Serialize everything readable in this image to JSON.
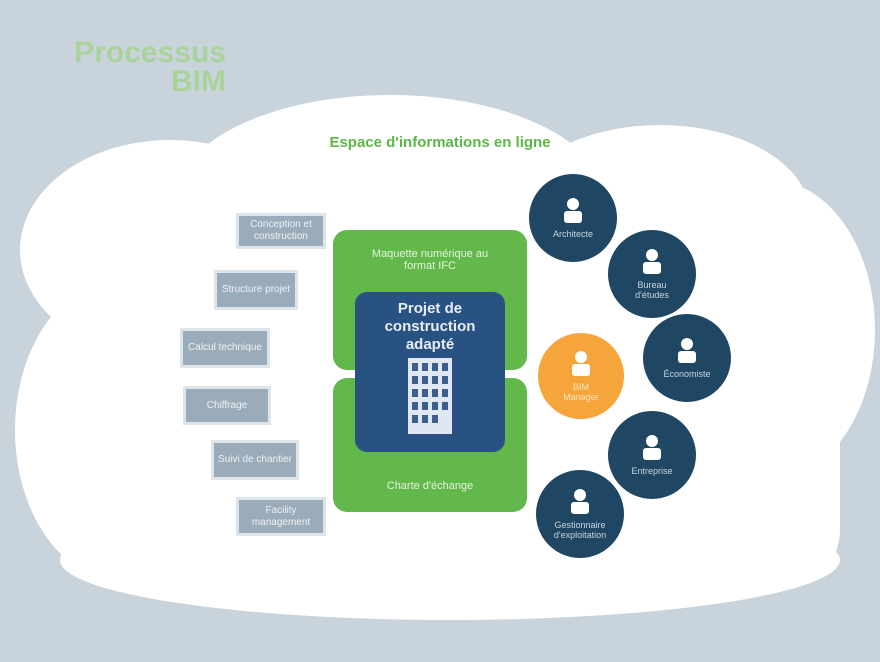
{
  "title": "Processus BIM",
  "subtitle": "Espace d'informations en ligne",
  "tasks": [
    "Conception et construction",
    "Structure projet",
    "Calcul technique",
    "Chiffrage",
    "Suivi de chantier",
    "Facility management"
  ],
  "green_top": "Maquette numérique au format IFC",
  "green_bottom": "Charte d'échange",
  "center": "Projet de construction adapté",
  "actors": [
    "Architecte",
    "Bureau d'études",
    "Économiste",
    "BIM Manager",
    "Entreprise",
    "Gestionnaire d'exploitation"
  ],
  "colors": {
    "green": "#62b84a",
    "blue": "#275282",
    "navy": "#1f4763",
    "orange": "#f6a53a"
  }
}
